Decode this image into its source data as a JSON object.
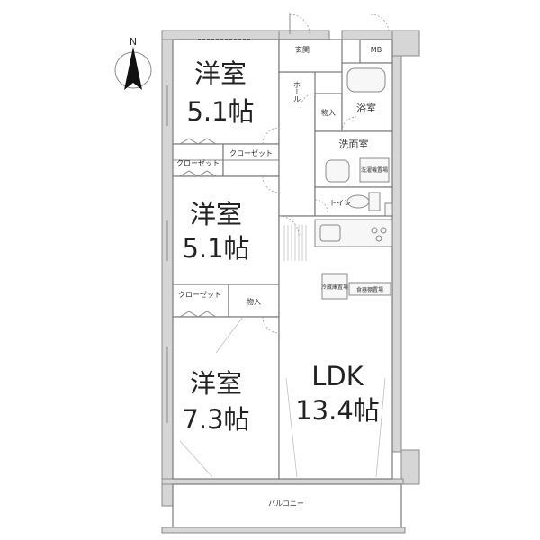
{
  "compass": {
    "label": "N"
  },
  "rooms": {
    "bedroom_top": {
      "name": "洋室",
      "size": "5.1帖"
    },
    "bedroom_middle": {
      "name": "洋室",
      "size": "5.1帖"
    },
    "bedroom_bottom": {
      "name": "洋室",
      "size": "7.3帖"
    },
    "ldk": {
      "name": "LDK",
      "size": "13.4帖"
    }
  },
  "labels": {
    "entrance": "玄関",
    "meter_box": "MB",
    "hall": "ホール",
    "storage_top": "物入",
    "bathroom": "浴室",
    "washroom": "洗面室",
    "washer_place": "洗濯機置場",
    "toilet": "トイレ",
    "closet_left": "クローゼット",
    "closet_right": "クローゼット",
    "closet_lower": "クローゼット",
    "storage_lower": "物入",
    "fridge_place": "冷蔵庫置場",
    "cupboard_place": "食器棚置場",
    "balcony": "バルコニー"
  }
}
